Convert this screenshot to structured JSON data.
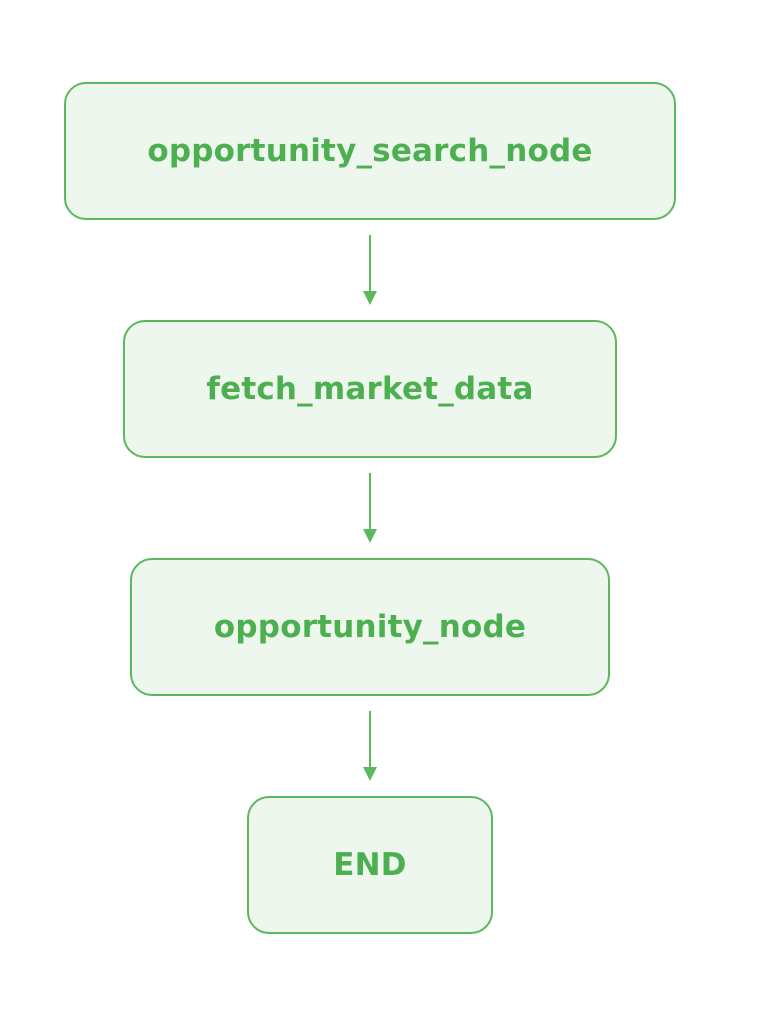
{
  "nodes": [
    {
      "id": "opportunity_search_node",
      "label": "opportunity_search_node"
    },
    {
      "id": "fetch_market_data",
      "label": "fetch_market_data"
    },
    {
      "id": "opportunity_node",
      "label": "opportunity_node"
    },
    {
      "id": "end",
      "label": "END"
    }
  ],
  "edges": [
    {
      "from": "opportunity_search_node",
      "to": "fetch_market_data"
    },
    {
      "from": "fetch_market_data",
      "to": "opportunity_node"
    },
    {
      "from": "opportunity_node",
      "to": "end"
    }
  ],
  "colors": {
    "stroke": "#5cb85c",
    "fill": "#eef7ee",
    "text": "#4caf50"
  }
}
